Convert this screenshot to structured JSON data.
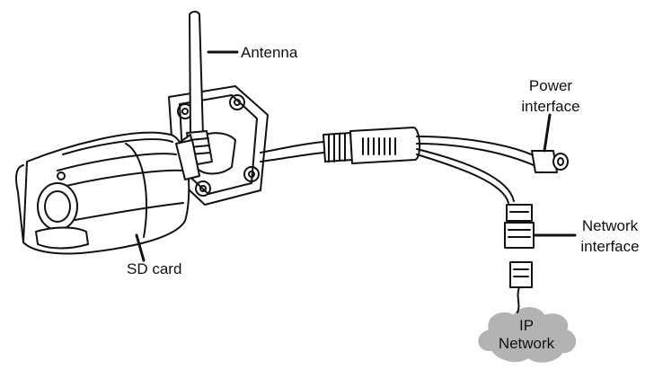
{
  "labels": {
    "antenna": "Antenna",
    "sd_card": "SD card",
    "power_interface_line1": "Power",
    "power_interface_line2": "interface",
    "network_interface_line1": "Network",
    "network_interface_line2": "interface",
    "ip_network_line1": "IP",
    "ip_network_line2": "Network"
  },
  "colors": {
    "line": "#111111",
    "cloud_fill": "#b3b3b3",
    "background": "#ffffff"
  }
}
